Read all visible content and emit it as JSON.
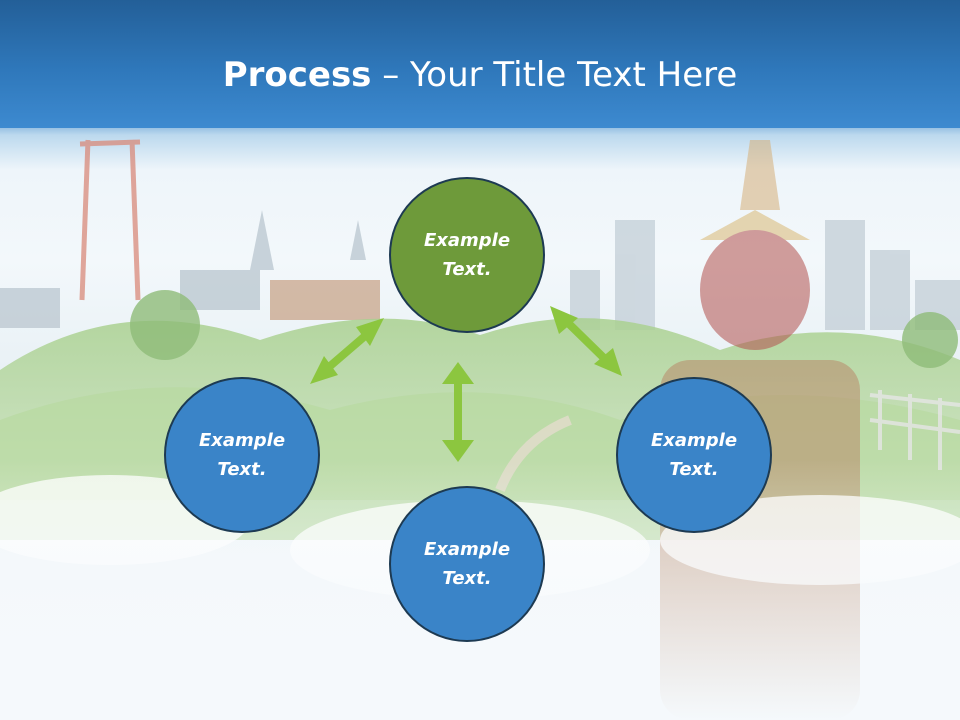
{
  "slide": {
    "title_bold": "Process",
    "title_rest": "– Your Title Text Here"
  },
  "nodes": {
    "top": {
      "line1": "Example",
      "line2": "Text."
    },
    "left": {
      "line1": "Example",
      "line2": "Text."
    },
    "right": {
      "line1": "Example",
      "line2": "Text."
    },
    "bottom": {
      "line1": "Example",
      "line2": "Text."
    }
  },
  "colors": {
    "title_bar": "#2f78bb",
    "node_blue": "#3a84c8",
    "node_green": "#6e9a3a",
    "arrow": "#8cc63f"
  }
}
